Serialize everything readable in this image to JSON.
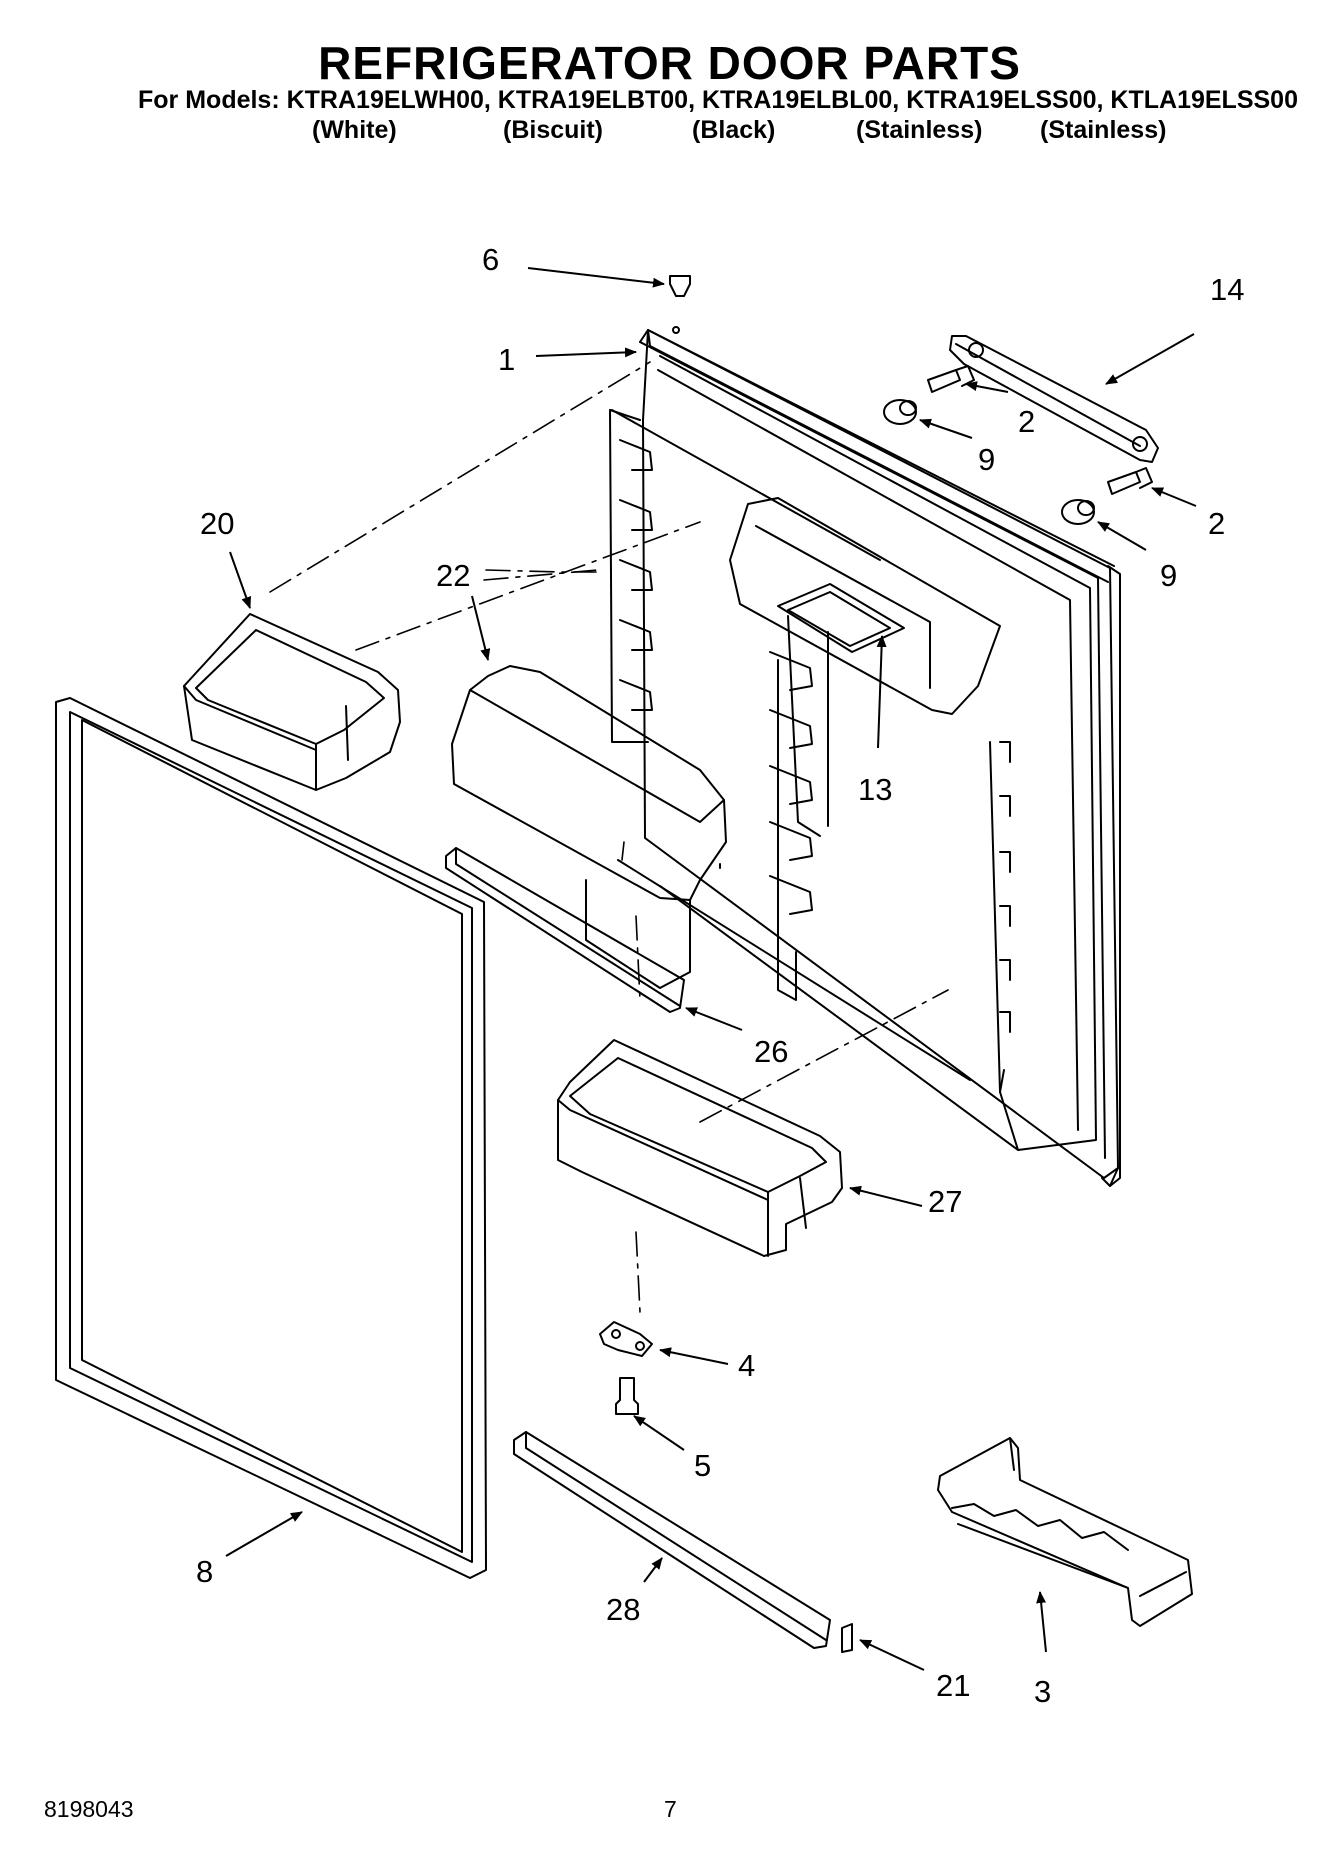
{
  "header": {
    "title": "REFRIGERATOR DOOR PARTS",
    "models_line": "For Models: KTRA19ELWH00, KTRA19ELBT00, KTRA19ELBL00, KTRA19ELSS00, KTLA19ELSS00",
    "variants": [
      "(White)",
      "(Biscuit)",
      "(Black)",
      "(Stainless)",
      "(Stainless)"
    ]
  },
  "callouts": {
    "c1": "1",
    "c2a": "2",
    "c2b": "2",
    "c3": "3",
    "c4": "4",
    "c5": "5",
    "c6": "6",
    "c8": "8",
    "c9a": "9",
    "c9b": "9",
    "c13": "13",
    "c14": "14",
    "c20": "20",
    "c21": "21",
    "c22": "22",
    "c26": "26",
    "c27": "27",
    "c28": "28"
  },
  "footer": {
    "doc_number": "8198043",
    "page_number": "7"
  }
}
